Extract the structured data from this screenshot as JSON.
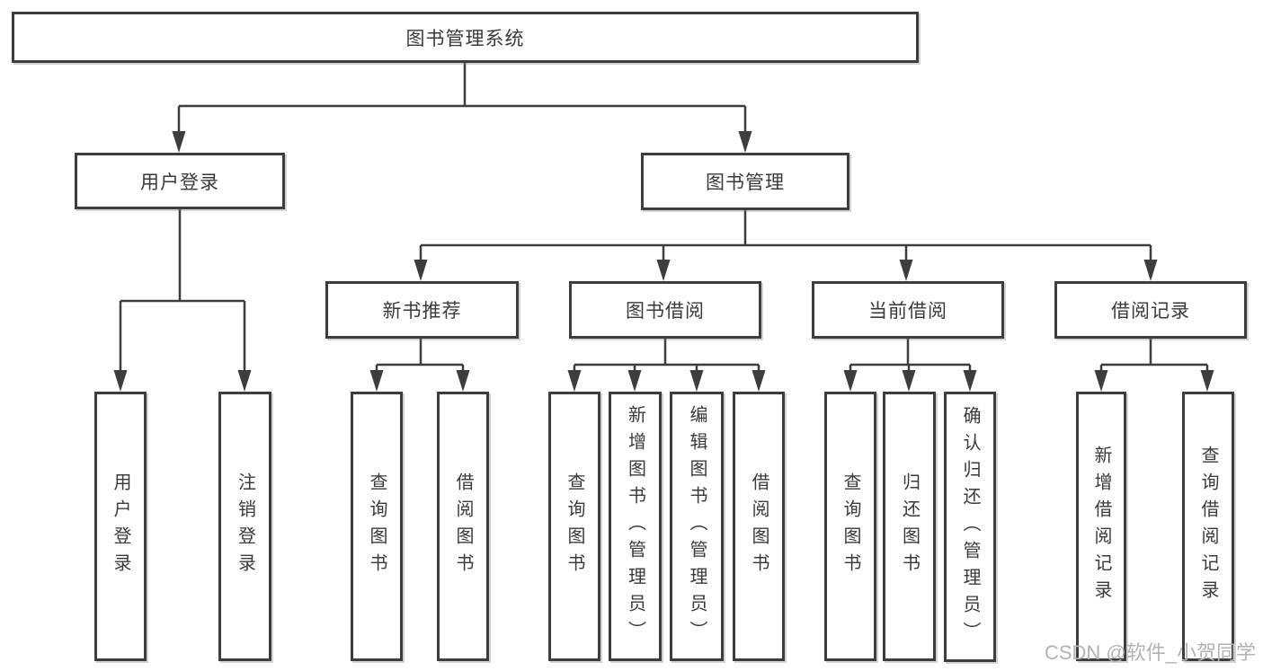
{
  "diagram_title": "图书管理系统",
  "colors": {
    "line": "#3d3d3d",
    "box_border": "#3d3d3d",
    "text": "#3a3a3a",
    "background": "#ffffff",
    "watermark": "#b3b3b3"
  },
  "tree": {
    "label": "图书管理系统",
    "children": [
      {
        "label": "用户登录",
        "children": [
          {
            "label": "用户登录"
          },
          {
            "label": "注销登录"
          }
        ]
      },
      {
        "label": "图书管理",
        "children": [
          {
            "label": "新书推荐",
            "children": [
              {
                "label": "查询图书"
              },
              {
                "label": "借阅图书"
              }
            ]
          },
          {
            "label": "图书借阅",
            "children": [
              {
                "label": "查询图书"
              },
              {
                "label": "新增图书（管理员）"
              },
              {
                "label": "编辑图书（管理员）"
              },
              {
                "label": "借阅图书"
              }
            ]
          },
          {
            "label": "当前借阅",
            "children": [
              {
                "label": "查询图书"
              },
              {
                "label": "归还图书"
              },
              {
                "label": "确认归还（管理员）"
              }
            ]
          },
          {
            "label": "借阅记录",
            "children": [
              {
                "label": "新增借阅记录"
              },
              {
                "label": "查询借阅记录"
              }
            ]
          }
        ]
      }
    ]
  },
  "watermark": {
    "text": "CSDN @软件_小贺同学"
  }
}
